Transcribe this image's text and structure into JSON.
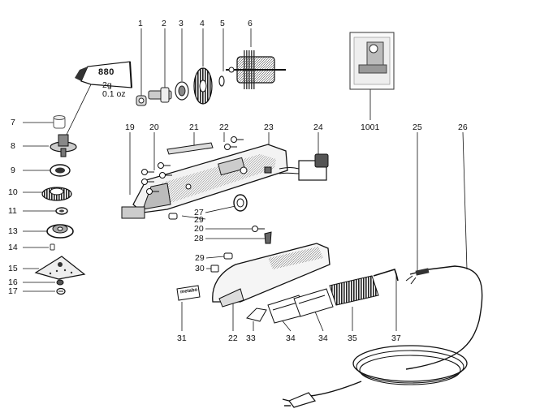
{
  "diagram": {
    "part_numbers": [
      "1",
      "2",
      "3",
      "4",
      "5",
      "6",
      "7",
      "8",
      "9",
      "10",
      "11",
      "13",
      "14",
      "15",
      "16",
      "17",
      "19",
      "20",
      "21",
      "22",
      "23",
      "24",
      "27",
      "29",
      "20",
      "28",
      "29",
      "30",
      "31",
      "22",
      "33",
      "34",
      "34",
      "35",
      "37",
      "25",
      "26",
      "1001"
    ],
    "lubricant_tube": {
      "label": "880",
      "weight_grams": "2g",
      "weight_ounces": "0.1 oz"
    },
    "badge_text": "metabo"
  }
}
